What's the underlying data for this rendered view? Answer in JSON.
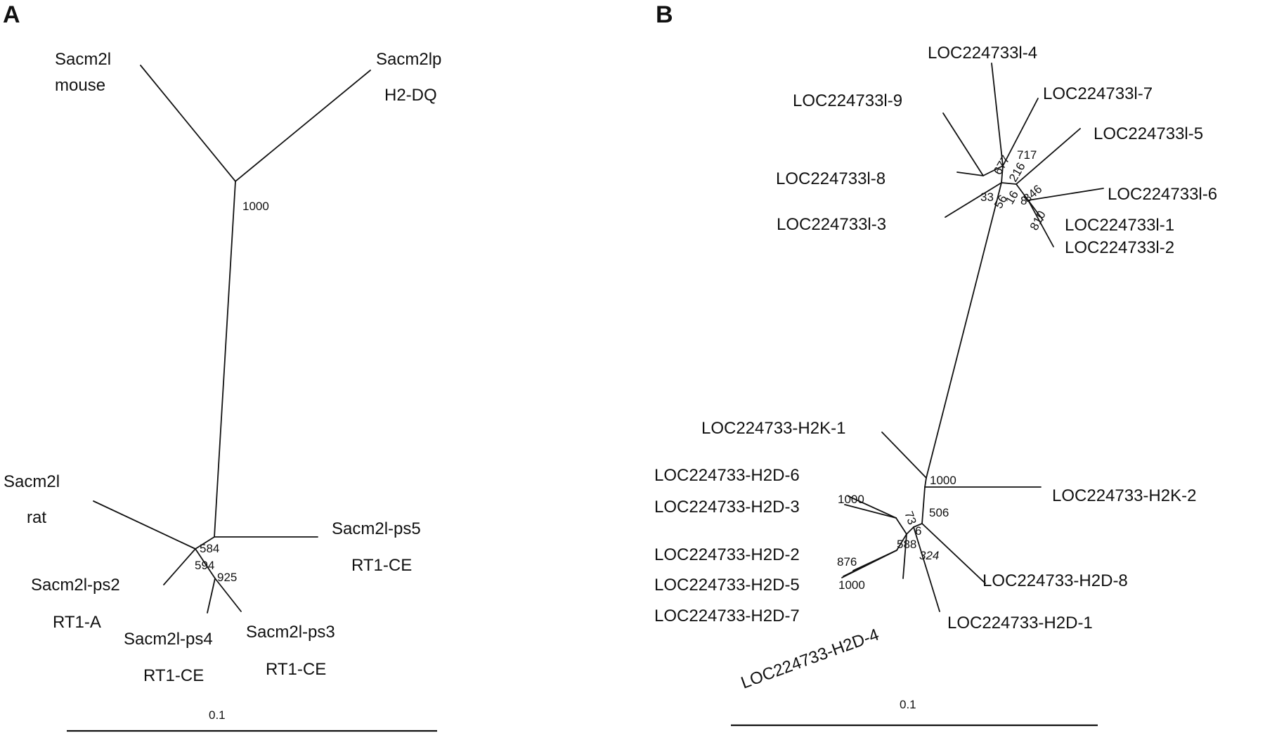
{
  "panels": {
    "a": {
      "letter": "A",
      "scale_label": "0.1",
      "leaves": {
        "mouse_1": "Sacm2l",
        "mouse_2": "mouse",
        "dq_1": "Sacm2lp",
        "dq_2": "H2-DQ",
        "rat_1": "Sacm2l",
        "rat_2": "rat",
        "ps5_1": "Sacm2l-ps5",
        "ps5_2": "RT1-CE",
        "ps2_1": "Sacm2l-ps2",
        "ps2_2": "RT1-A",
        "ps4_1": "Sacm2l-ps4",
        "ps4_2": "RT1-CE",
        "ps3_1": "Sacm2l-ps3",
        "ps3_2": "RT1-CE"
      },
      "bootstrap": [
        "1000",
        "584",
        "594",
        "925"
      ]
    },
    "b": {
      "letter": "B",
      "scale_label": "0.1",
      "leaves": {
        "l4": "LOC224733l-4",
        "l7": "LOC224733l-7",
        "l9": "LOC224733l-9",
        "l5": "LOC224733l-5",
        "l8": "LOC224733l-8",
        "l6": "LOC224733l-6",
        "l3": "LOC224733l-3",
        "l1": "LOC224733l-1",
        "l2": "LOC224733l-2",
        "h2k1": "LOC224733-H2K-1",
        "h2d6": "LOC224733-H2D-6",
        "h2k2": "LOC224733-H2K-2",
        "h2d3": "LOC224733-H2D-3",
        "h2d2": "LOC224733-H2D-2",
        "h2d8": "LOC224733-H2D-8",
        "h2d5": "LOC224733-H2D-5",
        "h2d7": "LOC224733-H2D-7",
        "h2d1": "LOC224733-H2D-1",
        "h2d4": "LOC224733-H2D-4"
      },
      "bootstrap": [
        "677",
        "717",
        "216",
        "33",
        "16",
        "56",
        "846",
        "8",
        "810",
        "1000",
        "506",
        "1000",
        "73",
        "6",
        "588",
        "324",
        "876",
        "1000"
      ]
    }
  }
}
